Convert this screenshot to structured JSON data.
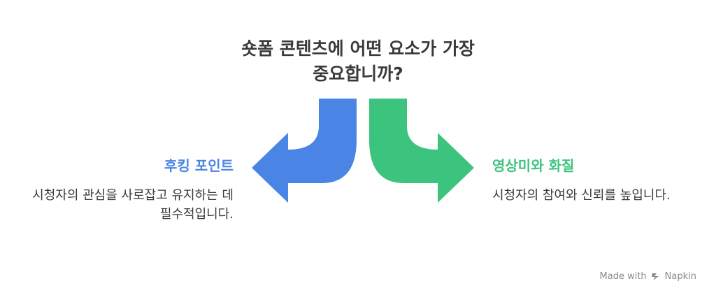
{
  "title": {
    "line1": "숏폼 콘텐츠에 어떤 요소가 가장",
    "line2": "중요합니까?"
  },
  "options": {
    "left": {
      "heading": "후킹 포인트",
      "description": "시청자의 관심을 사로잡고 유지하는 데 필수적입니다.",
      "color": "#4a84e4"
    },
    "right": {
      "heading": "영상미와 화질",
      "description": "시청자의 참여와 신뢰를 높입니다.",
      "color": "#3cc47e"
    }
  },
  "footer": {
    "made_with": "Made with",
    "brand": "Napkin",
    "icon": "napkin-logo-icon"
  }
}
